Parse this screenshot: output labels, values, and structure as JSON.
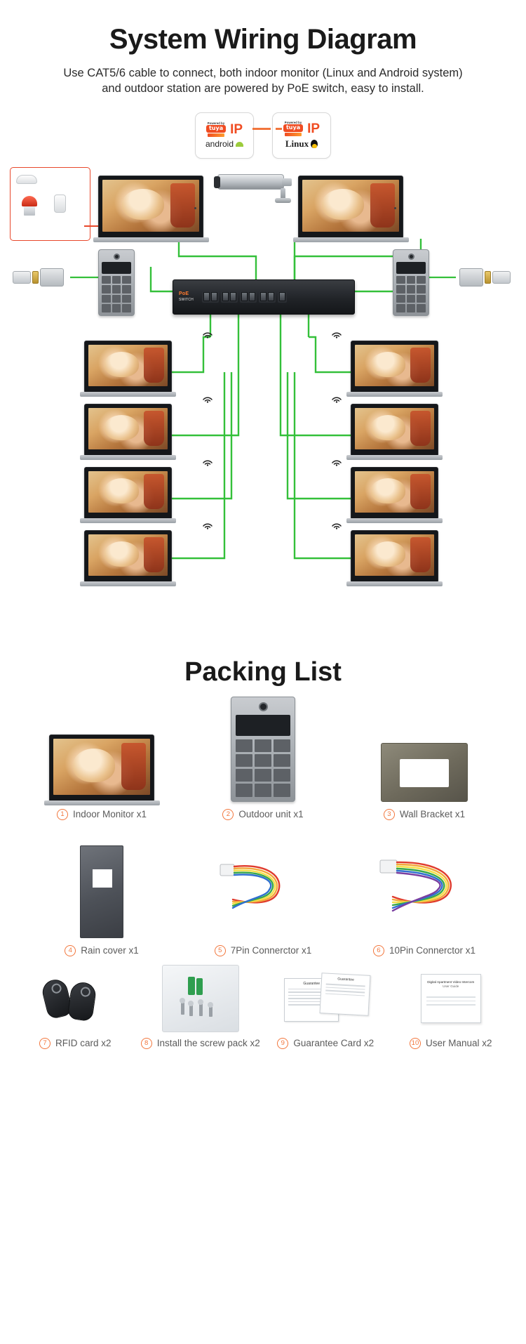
{
  "header": {
    "title": "System Wiring Diagram",
    "subtitle_line1": "Use CAT5/6 cable to connect, both indoor monitor (Linux and Android system)",
    "subtitle_line2": "and outdoor station are powered by PoE switch, easy to install."
  },
  "badges": [
    {
      "powered_by": "Powered by",
      "brand": "tuya",
      "protocol": "IP",
      "os": "android"
    },
    {
      "powered_by": "Powered by",
      "brand": "tuya",
      "protocol": "IP",
      "os": "Linux"
    }
  ],
  "diagram": {
    "switch_label_brand": "PoE",
    "switch_label_text": "SWITCH",
    "wire_color_green": "#34c03a",
    "wire_color_red": "#e8482b",
    "accent_color": "#f2763c",
    "devices": {
      "indoor_monitors": 10,
      "outdoor_stations": 2,
      "ip_camera": 1,
      "poe_switch": 1,
      "electric_locks": 2,
      "alarm_group": [
        "smoke-detector",
        "siren",
        "pir-sensor"
      ]
    }
  },
  "packing": {
    "title": "Packing List",
    "items": [
      {
        "num": "1",
        "label": "Indoor Monitor x1",
        "icon": "indoor-monitor"
      },
      {
        "num": "2",
        "label": "Outdoor unit x1",
        "icon": "outdoor-station"
      },
      {
        "num": "3",
        "label": "Wall Bracket x1",
        "icon": "wall-bracket"
      },
      {
        "num": "4",
        "label": "Rain cover x1",
        "icon": "rain-cover"
      },
      {
        "num": "5",
        "label": "7Pin Connerctor x1",
        "icon": "7pin-connector"
      },
      {
        "num": "6",
        "label": "10Pin Connerctor x1",
        "icon": "10pin-connector"
      },
      {
        "num": "7",
        "label": "RFID card x2",
        "icon": "rfid-card"
      },
      {
        "num": "8",
        "label": "Install the screw pack x2",
        "icon": "screw-pack"
      },
      {
        "num": "9",
        "label": "Guarantee Card x2",
        "icon": "guarantee-card"
      },
      {
        "num": "10",
        "label": "User Manual x2",
        "icon": "user-manual"
      }
    ],
    "card_text": {
      "guarantee": "Guarantee",
      "manual_title": "Digital Apartment Video Intercom",
      "manual_sub": "User Guide"
    }
  }
}
